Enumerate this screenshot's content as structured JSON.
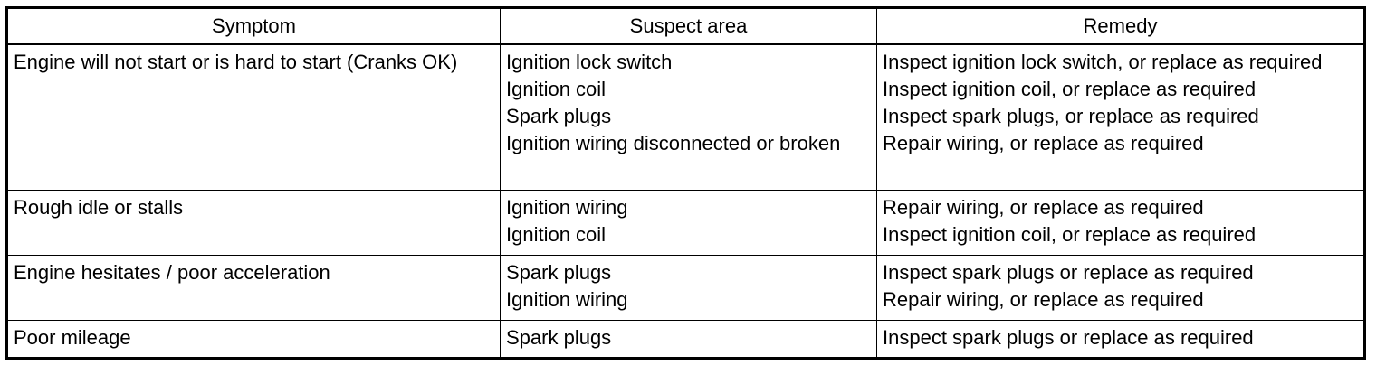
{
  "table": {
    "headers": [
      "Symptom",
      "Suspect area",
      "Remedy"
    ],
    "rows": [
      {
        "symptom": "Engine will not start or is hard to start (Cranks OK)",
        "suspect": [
          "Ignition lock switch",
          "Ignition coil",
          "Spark plugs",
          "Ignition wiring disconnected or broken"
        ],
        "remedy": [
          "Inspect ignition lock switch, or replace as required",
          "Inspect ignition coil, or replace as required",
          "Inspect spark plugs, or replace as required",
          "Repair wiring, or replace as required"
        ]
      },
      {
        "symptom": "Rough idle or stalls",
        "suspect": [
          "Ignition wiring",
          "Ignition coil"
        ],
        "remedy": [
          "Repair wiring, or replace as required",
          "Inspect ignition coil, or replace as required"
        ]
      },
      {
        "symptom": "Engine hesitates / poor acceleration",
        "suspect": [
          "Spark plugs",
          "Ignition wiring"
        ],
        "remedy": [
          "Inspect spark plugs or replace as required",
          "Repair wiring, or replace as required"
        ]
      },
      {
        "symptom": "Poor mileage",
        "suspect": [
          "Spark plugs"
        ],
        "remedy": [
          "Inspect spark plugs or replace as required"
        ]
      }
    ]
  }
}
